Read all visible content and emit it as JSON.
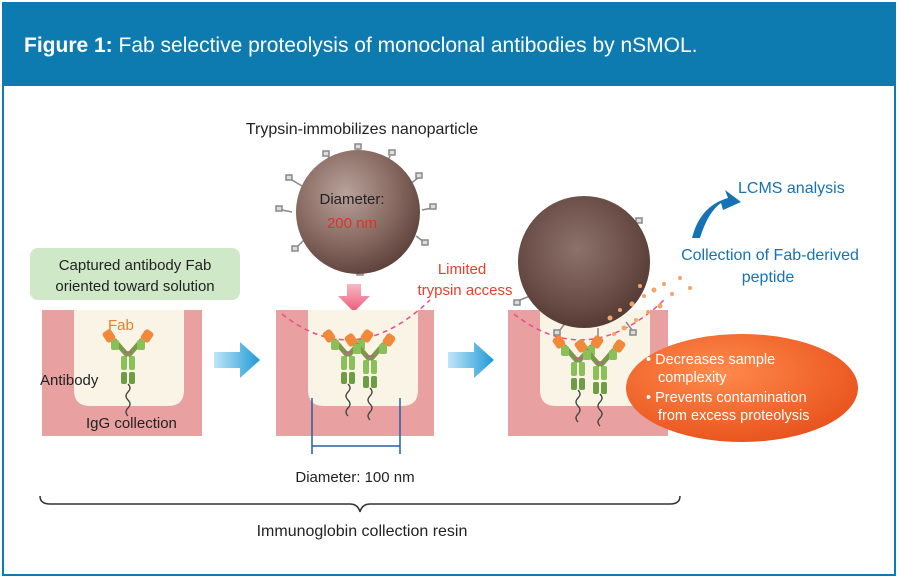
{
  "figure": {
    "label": "Figure 1:",
    "caption": "Fab selective proteolysis of monoclonal antibodies by nSMOL."
  },
  "diagram": {
    "nanoparticle_title": "Trypsin-immobilizes nanoparticle",
    "nanoparticle_diameter_label": "Diameter:",
    "nanoparticle_diameter_value": "200 nm",
    "captured_box_line1": "Captured antibody Fab",
    "captured_box_line2": "oriented toward solution",
    "fab_label": "Fab",
    "antibody_label": "Antibody",
    "igg_label": "IgG collection",
    "limited_line1": "Limited",
    "limited_line2": "trypsin access",
    "pore_diameter": "Diameter: 100 nm",
    "resin_label": "Immunoglobin collection resin",
    "lcms_label": "LCMS analysis",
    "collection_line1": "Collection of Fab-derived",
    "collection_line2": "peptide",
    "benefit1_line1": "• Decreases sample",
    "benefit1_line2": "complexity",
    "benefit2_line1": "• Prevents contamination",
    "benefit2_line2": "from excess proteolysis"
  },
  "colors": {
    "header_blue": "#0e7bb0",
    "resin_pink": "#e8a0a0",
    "particle_brown": "#7a5a52",
    "callout_orange": "#f06a2a",
    "label_red": "#e8402a",
    "arrow_blue": "#2a9fd8",
    "note_green": "#cfe8c8"
  }
}
